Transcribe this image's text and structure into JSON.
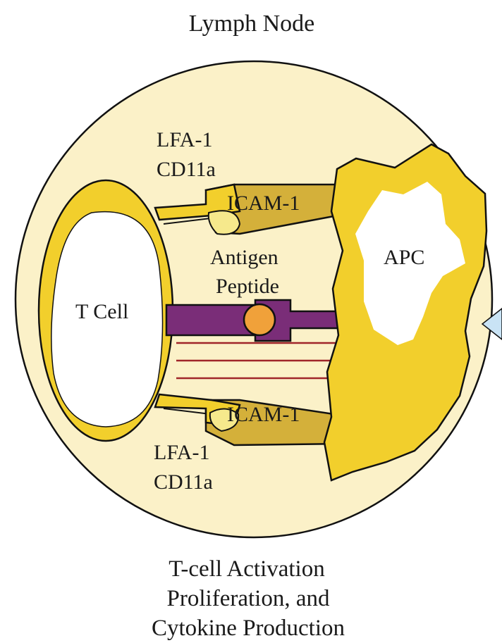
{
  "title": "Lymph Node",
  "labels": {
    "lfa_top_line1": "LFA-1",
    "lfa_top_line2": "CD11a",
    "icam_top": "ICAM-1",
    "antigen_line1": "Antigen",
    "antigen_line2": "Peptide",
    "apc": "APC",
    "t_cell": "T Cell",
    "icam_bottom": "ICAM-1",
    "lfa_bottom_line1": "LFA-1",
    "lfa_bottom_line2": "CD11a"
  },
  "caption": {
    "line1": "T-cell Activation",
    "line2": "Proliferation, and",
    "line3": "Cytokine Production"
  },
  "colors": {
    "node_fill": "#fbf1c8",
    "cell_yellow": "#f2cf2c",
    "receptor_gold": "#d4b03a",
    "peptide_purple": "#7a2d78",
    "antigen_orange": "#f0a13a",
    "stripe_red": "#a0252a",
    "arrow_blue": "#c9e3f5",
    "outline": "#111111"
  }
}
